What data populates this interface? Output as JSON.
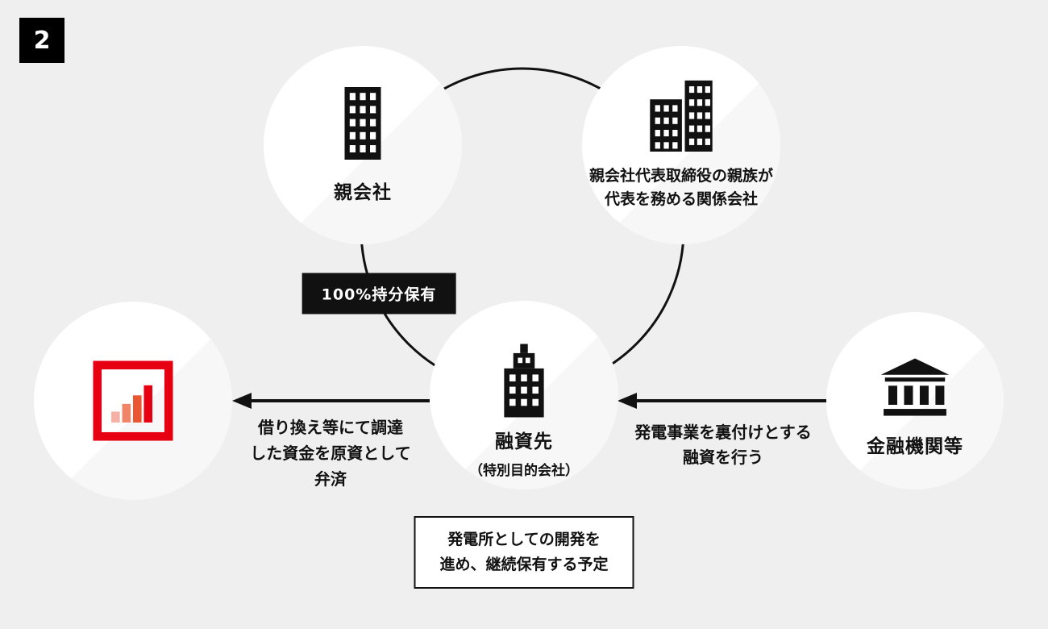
{
  "page": {
    "badge": "2",
    "background": "#efefef",
    "accent_red": "#e60012",
    "ink": "#111111"
  },
  "nodes": {
    "parent": {
      "label": "親会社",
      "icon": "building-icon"
    },
    "related": {
      "lines": [
        "親会社代表取締役の親族が",
        "代表を務める関係会社"
      ],
      "icon": "two-buildings-icon"
    },
    "borrower": {
      "label": "融資先",
      "sublabel": "（特別目的会社）",
      "icon": "office-tower-icon"
    },
    "bank": {
      "label": "金融機関等",
      "icon": "bank-icon"
    },
    "logo": {
      "icon": "red-bar-chart-logo"
    }
  },
  "edges": {
    "ownership_label": "100%持分保有",
    "repayment_lines": [
      "借り換え等にて調達",
      "した資金を原資として",
      "弁済"
    ],
    "loan_lines": [
      "発電事業を裏付けとする",
      "融資を行う"
    ]
  },
  "note_lines": [
    "発電所としての開発を",
    "進め、継続保有する予定"
  ]
}
